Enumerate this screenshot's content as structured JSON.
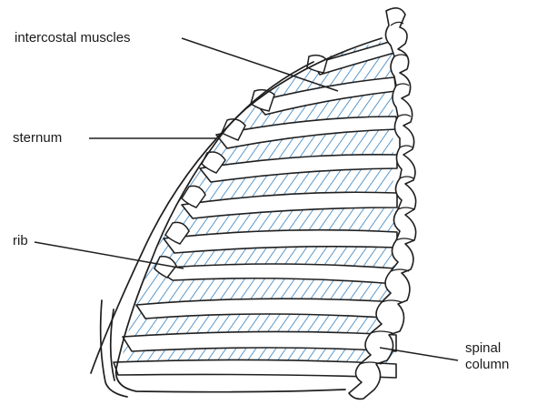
{
  "labels": {
    "intercostal": "intercostal muscles",
    "sternum": "sternum",
    "rib": "rib",
    "spinal_line1": "spinal",
    "spinal_line2": "column"
  },
  "colors": {
    "hatch": "#2f7fc1",
    "outline": "#1f1f1f",
    "background": "#ffffff"
  }
}
